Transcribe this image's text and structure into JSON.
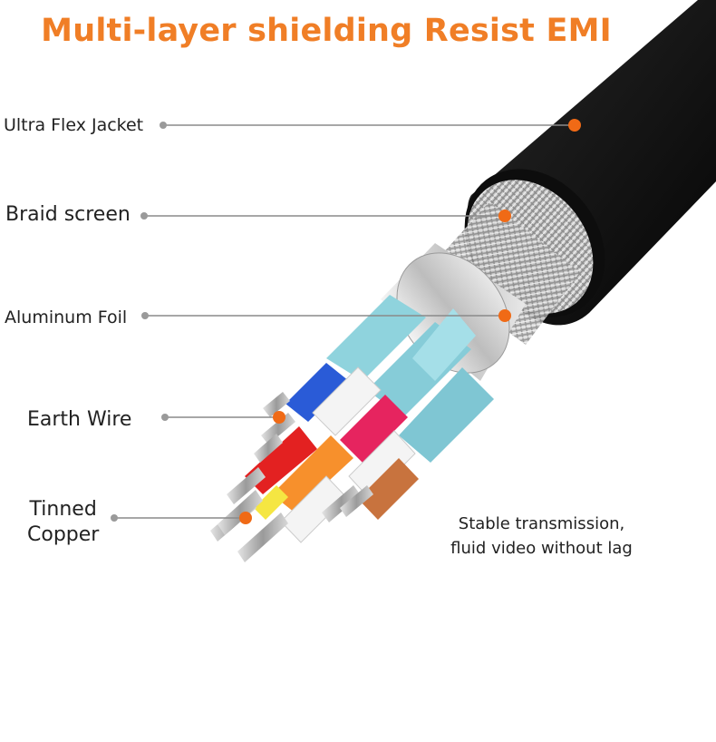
{
  "title": "Multi-layer shielding Resist EMI",
  "layers": [
    {
      "label": "Ultra Flex Jacket"
    },
    {
      "label": "Braid screen"
    },
    {
      "label": "Aluminum Foil"
    },
    {
      "label": "Earth Wire"
    },
    {
      "label_line1": "Tinned",
      "label_line2": "Copper"
    }
  ],
  "tagline": {
    "line1": "Stable transmission,",
    "line2": "fluid video without lag"
  },
  "colors": {
    "title": "#f07e26",
    "marker": "#f06a16",
    "leader_line": "#8a8a8a",
    "jacket": "#1a1a1a"
  }
}
